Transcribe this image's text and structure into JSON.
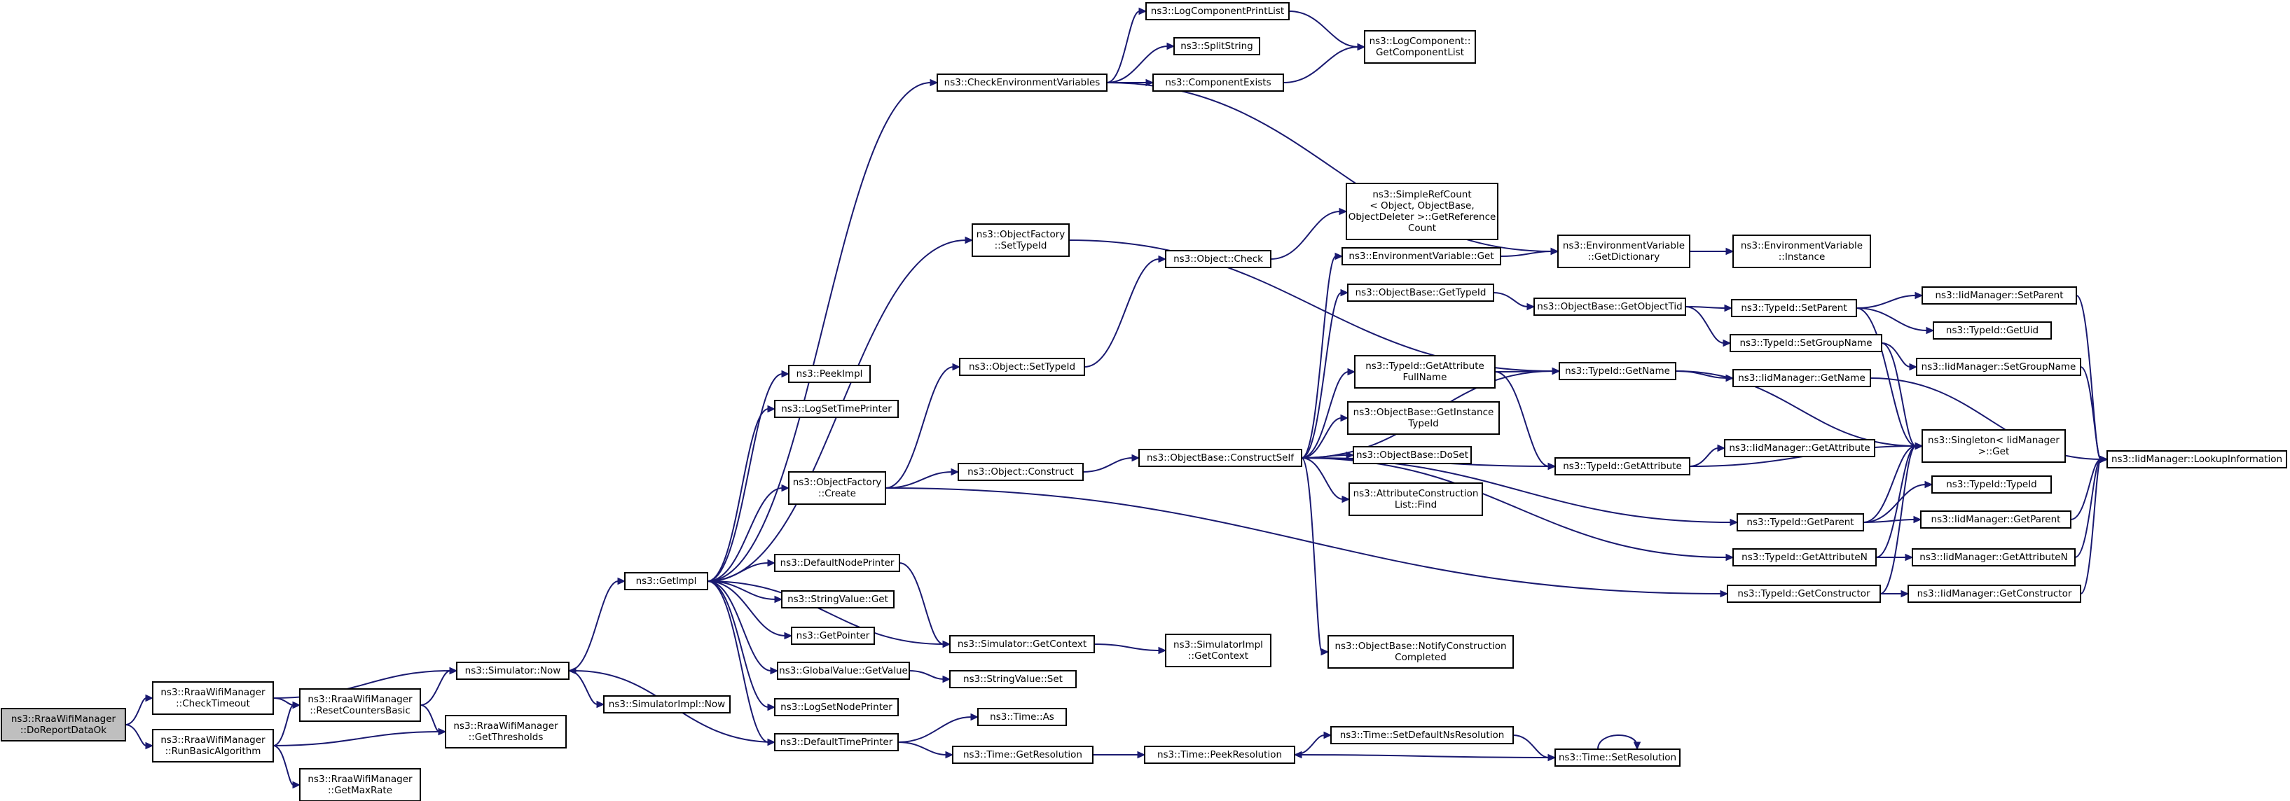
{
  "nodes": [
    {
      "id": "root",
      "lines": [
        "ns3::RraaWifiManager",
        "::DoReportDataOk"
      ]
    },
    {
      "id": "checktimeout",
      "lines": [
        "ns3::RraaWifiManager",
        "::CheckTimeout"
      ]
    },
    {
      "id": "runbasic",
      "lines": [
        "ns3::RraaWifiManager",
        "::RunBasicAlgorithm"
      ]
    },
    {
      "id": "resetcounters",
      "lines": [
        "ns3::RraaWifiManager",
        "::ResetCountersBasic"
      ]
    },
    {
      "id": "getthresholds",
      "lines": [
        "ns3::RraaWifiManager",
        "::GetThresholds"
      ]
    },
    {
      "id": "getmaxrate",
      "lines": [
        "ns3::RraaWifiManager",
        "::GetMaxRate"
      ]
    },
    {
      "id": "simnow",
      "lines": [
        "ns3::Simulator::Now"
      ]
    },
    {
      "id": "simimplnow",
      "lines": [
        "ns3::SimulatorImpl::Now"
      ]
    },
    {
      "id": "getimpl",
      "lines": [
        "ns3::GetImpl"
      ]
    },
    {
      "id": "checkenv",
      "lines": [
        "ns3::CheckEnvironmentVariables"
      ]
    },
    {
      "id": "logcompprint",
      "lines": [
        "ns3::LogComponentPrintList"
      ]
    },
    {
      "id": "splitstring",
      "lines": [
        "ns3::SplitString"
      ]
    },
    {
      "id": "compexists",
      "lines": [
        "ns3::ComponentExists"
      ]
    },
    {
      "id": "getcomplist",
      "lines": [
        "ns3::LogComponent::",
        "GetComponentList"
      ]
    },
    {
      "id": "ofsettypeid",
      "lines": [
        "ns3::ObjectFactory",
        "::SetTypeId"
      ]
    },
    {
      "id": "peekimpl",
      "lines": [
        "ns3::PeekImpl"
      ]
    },
    {
      "id": "logsettime",
      "lines": [
        "ns3::LogSetTimePrinter"
      ]
    },
    {
      "id": "objsettypeid",
      "lines": [
        "ns3::Object::SetTypeId"
      ]
    },
    {
      "id": "ofcreate",
      "lines": [
        "ns3::ObjectFactory",
        "::Create"
      ]
    },
    {
      "id": "objconstruct",
      "lines": [
        "ns3::Object::Construct"
      ]
    },
    {
      "id": "objcheck",
      "lines": [
        "ns3::Object::Check"
      ]
    },
    {
      "id": "simplerefcount",
      "lines": [
        "ns3::SimpleRefCount",
        "< Object, ObjectBase,",
        "ObjectDeleter >::GetReference",
        "Count"
      ]
    },
    {
      "id": "constructself",
      "lines": [
        "ns3::ObjectBase::ConstructSelf"
      ]
    },
    {
      "id": "envget",
      "lines": [
        "ns3::EnvironmentVariable::Get"
      ]
    },
    {
      "id": "envgetdict",
      "lines": [
        "ns3::EnvironmentVariable",
        "::GetDictionary"
      ]
    },
    {
      "id": "envinstance",
      "lines": [
        "ns3::EnvironmentVariable",
        "::Instance"
      ]
    },
    {
      "id": "obgettypeid",
      "lines": [
        "ns3::ObjectBase::GetTypeId"
      ]
    },
    {
      "id": "obgetobjtid",
      "lines": [
        "ns3::ObjectBase::GetObjectTid"
      ]
    },
    {
      "id": "tidsetparent",
      "lines": [
        "ns3::TypeId::SetParent"
      ]
    },
    {
      "id": "iidsetparent",
      "lines": [
        "ns3::IidManager::SetParent"
      ]
    },
    {
      "id": "tidgetuid",
      "lines": [
        "ns3::TypeId::GetUid"
      ]
    },
    {
      "id": "tidsetgroup",
      "lines": [
        "ns3::TypeId::SetGroupName"
      ]
    },
    {
      "id": "iidsetgroup",
      "lines": [
        "ns3::IidManager::SetGroupName"
      ]
    },
    {
      "id": "tidgetattrfull",
      "lines": [
        "ns3::TypeId::GetAttribute",
        "FullName"
      ]
    },
    {
      "id": "tidgetname",
      "lines": [
        "ns3::TypeId::GetName"
      ]
    },
    {
      "id": "iidgetname",
      "lines": [
        "ns3::IidManager::GetName"
      ]
    },
    {
      "id": "singleton",
      "lines": [
        "ns3::Singleton< IidManager",
        " >::Get"
      ]
    },
    {
      "id": "iidlookup",
      "lines": [
        "ns3::IidManager::LookupInformation"
      ]
    },
    {
      "id": "obgetinsttid",
      "lines": [
        "ns3::ObjectBase::GetInstance",
        "TypeId"
      ]
    },
    {
      "id": "obdoset",
      "lines": [
        "ns3::ObjectBase::DoSet"
      ]
    },
    {
      "id": "attrconstfind",
      "lines": [
        "ns3::AttributeConstruction",
        "List::Find"
      ]
    },
    {
      "id": "tidgetattr",
      "lines": [
        "ns3::TypeId::GetAttribute"
      ]
    },
    {
      "id": "iidgetattr",
      "lines": [
        "ns3::IidManager::GetAttribute"
      ]
    },
    {
      "id": "tidtypeid",
      "lines": [
        "ns3::TypeId::TypeId"
      ]
    },
    {
      "id": "tidgetparent",
      "lines": [
        "ns3::TypeId::GetParent"
      ]
    },
    {
      "id": "iidgetparent",
      "lines": [
        "ns3::IidManager::GetParent"
      ]
    },
    {
      "id": "tidgetattrn",
      "lines": [
        "ns3::TypeId::GetAttributeN"
      ]
    },
    {
      "id": "iidgetattrn",
      "lines": [
        "ns3::IidManager::GetAttributeN"
      ]
    },
    {
      "id": "tidgetctor",
      "lines": [
        "ns3::TypeId::GetConstructor"
      ]
    },
    {
      "id": "iidgetctor",
      "lines": [
        "ns3::IidManager::GetConstructor"
      ]
    },
    {
      "id": "obnotify",
      "lines": [
        "ns3::ObjectBase::NotifyConstruction",
        "Completed"
      ]
    },
    {
      "id": "defnodeprinter",
      "lines": [
        "ns3::DefaultNodePrinter"
      ]
    },
    {
      "id": "strvalueget",
      "lines": [
        "ns3::StringValue::Get"
      ]
    },
    {
      "id": "getpointer",
      "lines": [
        "ns3::GetPointer"
      ]
    },
    {
      "id": "simgetctx",
      "lines": [
        "ns3::Simulator::GetContext"
      ]
    },
    {
      "id": "simimplgetctx",
      "lines": [
        "ns3::SimulatorImpl",
        "::GetContext"
      ]
    },
    {
      "id": "globalvalget",
      "lines": [
        "ns3::GlobalValue::GetValue"
      ]
    },
    {
      "id": "strvalueset",
      "lines": [
        "ns3::StringValue::Set"
      ]
    },
    {
      "id": "logsetnode",
      "lines": [
        "ns3::LogSetNodePrinter"
      ]
    },
    {
      "id": "deftimeprinter",
      "lines": [
        "ns3::DefaultTimePrinter"
      ]
    },
    {
      "id": "timeas",
      "lines": [
        "ns3::Time::As"
      ]
    },
    {
      "id": "timegetres",
      "lines": [
        "ns3::Time::GetResolution"
      ]
    },
    {
      "id": "timepeekres",
      "lines": [
        "ns3::Time::PeekResolution"
      ]
    },
    {
      "id": "timesetdefns",
      "lines": [
        "ns3::Time::SetDefaultNsResolution"
      ]
    },
    {
      "id": "timesetres",
      "lines": [
        "ns3::Time::SetResolution"
      ]
    }
  ]
}
